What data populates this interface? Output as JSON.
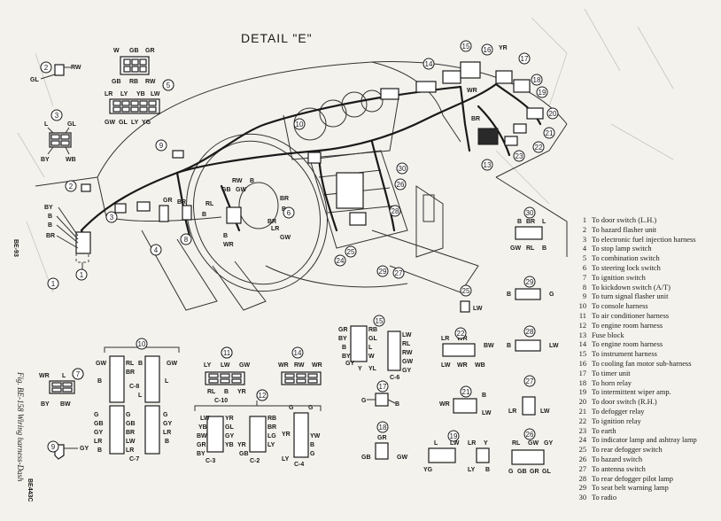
{
  "title": "DETAIL \"E\"",
  "page_code": "BE-93",
  "figure_caption": "Fig. BE-158 Wiring harness-Dash",
  "figure_code": "BE443C",
  "legend": [
    {
      "num": "1",
      "text": "To door switch (L.H.)"
    },
    {
      "num": "2",
      "text": "To hazard flasher unit"
    },
    {
      "num": "3",
      "text": "To electronic fuel injection harness"
    },
    {
      "num": "4",
      "text": "To stop lamp switch"
    },
    {
      "num": "5",
      "text": "To combination switch"
    },
    {
      "num": "6",
      "text": "To steering lock switch"
    },
    {
      "num": "7",
      "text": "To ignition switch"
    },
    {
      "num": "8",
      "text": "To kickdown switch (A/T)"
    },
    {
      "num": "9",
      "text": "To turn signal flasher unit"
    },
    {
      "num": "10",
      "text": "To console harness"
    },
    {
      "num": "11",
      "text": "To air conditioner harness"
    },
    {
      "num": "12",
      "text": "To engine room harness"
    },
    {
      "num": "13",
      "text": "Fuse block"
    },
    {
      "num": "14",
      "text": "To engine room harness"
    },
    {
      "num": "15",
      "text": "To instrument harness"
    },
    {
      "num": "16",
      "text": "To cooling fan motor sub-harness"
    },
    {
      "num": "17",
      "text": "To timer unit"
    },
    {
      "num": "18",
      "text": "To horn relay"
    },
    {
      "num": "19",
      "text": "To intermittent wiper amp."
    },
    {
      "num": "20",
      "text": "To door switch (R.H.)"
    },
    {
      "num": "21",
      "text": "To defogger relay"
    },
    {
      "num": "22",
      "text": "To ignition relay"
    },
    {
      "num": "23",
      "text": "To earth"
    },
    {
      "num": "24",
      "text": "To indicator lamp and ashtray lamp"
    },
    {
      "num": "25",
      "text": "To rear defogger switch"
    },
    {
      "num": "26",
      "text": "To hazard switch"
    },
    {
      "num": "27",
      "text": "To antenna switch"
    },
    {
      "num": "28",
      "text": "To rear defogger pilot lamp"
    },
    {
      "num": "29",
      "text": "To seat belt warning lamp"
    },
    {
      "num": "30",
      "text": "To radio"
    }
  ],
  "connector_labels": {
    "c2": {
      "left": "GL",
      "right": "RW"
    },
    "c3": {
      "top_l": "L",
      "top_r": "GL",
      "bot_l": "BY",
      "bot_r": "WB"
    },
    "c5": {
      "top": [
        "W",
        "GB",
        "GR"
      ],
      "bot": [
        "GB",
        "RB",
        "RW"
      ],
      "mid": [
        "LR",
        "LY",
        "YB",
        "LW"
      ],
      "low": [
        "GW",
        "GL",
        "LY",
        "YG"
      ]
    },
    "c1": [
      "BY",
      "B",
      "B",
      "BR"
    ],
    "c7": {
      "tl": "WR",
      "tr": "L",
      "bl": "BY",
      "br": "BW"
    },
    "c9": {
      "r": "GY"
    },
    "c10": {
      "c8_top": [
        "GW",
        "RL",
        "B",
        "GW"
      ],
      "c8_mid": [
        "B",
        "BR",
        "L",
        "L"
      ],
      "c8_name": "C-8",
      "c7_name": "C-7",
      "c7_l": [
        "G",
        "GB",
        "GY",
        "LR",
        "B"
      ],
      "c7_r": [
        "G",
        "GB",
        "BR",
        "LW",
        "LR",
        "LY"
      ],
      "c7_rr": [
        "G",
        "GY",
        "LR",
        "B"
      ]
    },
    "c11": {
      "top": [
        "LY",
        "LW",
        "GW"
      ],
      "bot": [
        "RL",
        "B",
        "YR"
      ],
      "name": "C-10"
    },
    "c14": {
      "top": [
        "WR",
        "RW",
        "WR"
      ]
    },
    "c12": {
      "c3": [
        "LW",
        "YB",
        "LY",
        "BW",
        "GR",
        "BY"
      ],
      "c3_r": [
        "YR",
        "GL",
        "GY",
        "YB"
      ],
      "c3_name": "C-3",
      "c2": [
        "RB",
        "BR",
        "LG",
        "LY",
        "YR",
        "GB"
      ],
      "c2_name": "C-2",
      "c4": [
        "G",
        "G",
        "YR",
        "YW",
        "B",
        "LY",
        "G"
      ],
      "c4_name": "C-4"
    },
    "c15": {
      "l": [
        "GR",
        "BY",
        "B",
        "BY",
        "LR",
        "GY"
      ],
      "m": [
        "RB",
        "GL",
        "L",
        "W",
        "Y",
        "YL"
      ],
      "r": [
        "LW",
        "RL",
        "RW",
        "GW",
        "GY"
      ],
      "name": "C-6"
    },
    "c17": {
      "l": "G",
      "r": "B"
    },
    "c18": {
      "t": "GR",
      "l": "GB",
      "r": "GW"
    },
    "c22": {
      "top": [
        "LR",
        "WR"
      ],
      "r": "BW",
      "bot": [
        "LW",
        "WR",
        "WB"
      ]
    },
    "c21": {
      "l": "WR",
      "rt": "B",
      "rb": "LW"
    },
    "c19": {
      "top": [
        "L",
        "LW",
        "LR",
        "Y"
      ],
      "bot": [
        "YG",
        "LY",
        "B"
      ]
    },
    "c25": {
      "r": "LW"
    },
    "c29": {
      "l": "B",
      "r": "G"
    },
    "c28": {
      "l": "B",
      "r": "LW"
    },
    "c27": {
      "l": "LR",
      "r": "LW"
    },
    "c26": {
      "top": [
        "RL",
        "GW",
        "GY"
      ],
      "bot": [
        "G",
        "GB",
        "GR",
        "GL"
      ]
    },
    "c30": {
      "top": [
        "B",
        "BR",
        "L"
      ],
      "bot": [
        "GW",
        "RL",
        "B"
      ]
    },
    "dash_wire_labels": [
      "YR",
      "WR",
      "BR",
      "RW",
      "B",
      "GB",
      "GW",
      "RL",
      "BR",
      "B",
      "GR",
      "B",
      "WR",
      "LR",
      "BR",
      "GW",
      "BR",
      "B"
    ],
    "c_yr": "YR"
  },
  "callouts": [
    "1",
    "2",
    "3",
    "4",
    "5",
    "6",
    "7",
    "8",
    "9",
    "10",
    "11",
    "12",
    "13",
    "14",
    "15",
    "16",
    "17",
    "18",
    "19",
    "20",
    "21",
    "22",
    "23",
    "24",
    "25",
    "26",
    "27",
    "28",
    "29",
    "30"
  ]
}
